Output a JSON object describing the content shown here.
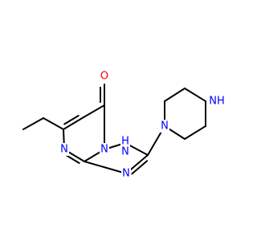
{
  "molecule": {
    "atoms": [
      {
        "id": "O",
        "label": "O",
        "color": "#ff0000",
        "name": "carbonyl-oxygen-label"
      },
      {
        "id": "N1",
        "label": "N",
        "color": "#0000ff",
        "name": "bridgehead-nitrogen-label"
      },
      {
        "id": "N2",
        "label": "H",
        "sub": "N",
        "color": "#0000ff",
        "name": "nh-nitrogen-label"
      },
      {
        "id": "N3",
        "label": "N",
        "color": "#0000ff",
        "name": "pyrimidine-nitrogen-label"
      },
      {
        "id": "N4",
        "label": "N",
        "color": "#0000ff",
        "name": "triazole-nitrogen-label"
      },
      {
        "id": "N5",
        "label": "N",
        "color": "#0000ff",
        "name": "piperazine-n1-label"
      },
      {
        "id": "N6",
        "label": "NH",
        "color": "#0000ff",
        "name": "piperazine-nh-label"
      }
    ]
  }
}
